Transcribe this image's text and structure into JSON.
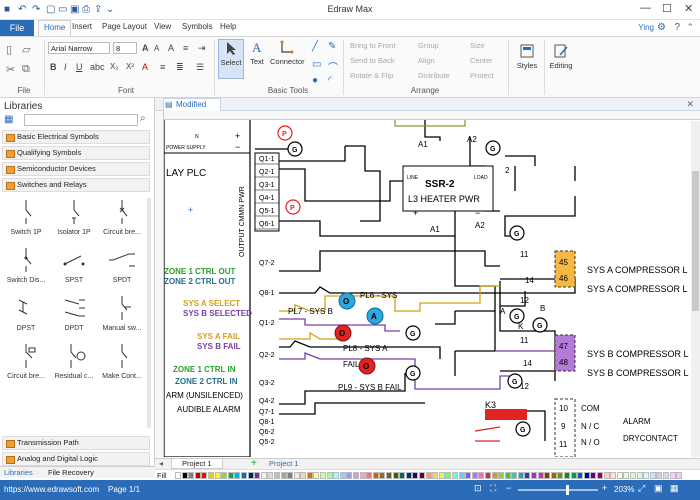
{
  "app": {
    "title": "Edraw Max",
    "user": "Ying"
  },
  "menu": {
    "file": "File",
    "tabs": [
      "Home",
      "Insert",
      "Page Layout",
      "View",
      "Symbols",
      "Help"
    ]
  },
  "ribbon": {
    "file_group": {
      "label": "File"
    },
    "font_group": {
      "label": "Font",
      "font_name": "Arial Narrow",
      "font_size": "8"
    },
    "basic_tools": {
      "label": "Basic Tools",
      "select": "Select",
      "text": "Text",
      "connector": "Connector"
    },
    "arrange": {
      "label": "Arrange",
      "items": [
        "Bring to Front",
        "Send to Back",
        "Rotate & Flip",
        "Group",
        "Align",
        "Distribute",
        "Size",
        "Center",
        "Protect"
      ]
    },
    "styles": "Styles",
    "editing": "Editing"
  },
  "libraries": {
    "title": "Libraries",
    "sections": [
      "Basic Electrical Symbols",
      "Qualifying Symbols",
      "Semiconductor Devices",
      "Switches and Relays"
    ],
    "shapes": [
      "Switch 1P",
      "Isolator 1P",
      "Circuit bre...",
      "Switch Dis...",
      "SPST",
      "SPDT",
      "DPST",
      "DPDT",
      "Manual sw...",
      "Circuit bre...",
      "Residual c...",
      "Make Cont..."
    ],
    "bottom_sections": [
      "Transmission Path",
      "Analog and Digital Logic"
    ],
    "tabs": [
      "Libraries",
      "File Recovery"
    ]
  },
  "document": {
    "tab": "Modified",
    "page_tabs": [
      "Project 1",
      "Project 1"
    ]
  },
  "diagram": {
    "plc_header": [
      "N",
      "POWER SUPPLY"
    ],
    "plc_title": "LAY PLC",
    "plc_vertical": "OUTPUT CMMN PWR",
    "outputs": [
      "Q1-1",
      "Q2-1",
      "Q3-1",
      "Q4-1",
      "Q5-1",
      "Q6-1",
      "Q7-2",
      "Q8-1",
      "Q1-2",
      "Q2-2",
      "Q3-2",
      "Q4-2",
      "Q7-1",
      "Q8-1",
      "Q6-2",
      "Q5-2"
    ],
    "labels_green": [
      "ZONE 1 CTRL OUT",
      "ZONE 1 CTRL IN"
    ],
    "labels_teal": [
      "ZONE 2 CTRL OUT",
      "ZONE 2 CTRL IN"
    ],
    "labels_yellow": [
      "SYS A SELECT",
      "SYS A FAIL"
    ],
    "labels_purple": [
      "SYS B SELECTED",
      "SYS B FAIL"
    ],
    "labels_black": [
      "ARM (UNSILENCED)",
      "AUDIBLE ALARM"
    ],
    "ssr": {
      "name": "SSR-2",
      "line": "LINE",
      "load": "LOAD",
      "desc": "L3 HEATER PWR"
    },
    "wire_labels": [
      "A1",
      "A2",
      "A1",
      "A2",
      "2",
      "11",
      "12",
      "14",
      "A",
      "B",
      "K",
      "11",
      "12",
      "14",
      "K3"
    ],
    "pilot_labels": [
      "PL6 - SYS",
      "PL7 - SYS B",
      "PL8 - SYS A",
      "FAIL",
      "PL9 - SYS B FAIL"
    ],
    "compressor_a": [
      "45",
      "46"
    ],
    "compressor_b": [
      "47",
      "48"
    ],
    "compressor_text": [
      "SYS A COMPRESSOR L",
      "SYS A COMPRESSOR L",
      "SYS B COMPRESSOR L",
      "SYS B COMPRESSOR L"
    ],
    "alarm_box": [
      "10",
      "9",
      "11"
    ],
    "alarm_terms": [
      "COM",
      "N / C",
      "N / O"
    ],
    "alarm_text": [
      "ALARM",
      "DRYCONTACT"
    ],
    "p_mark": "P",
    "g_mark": "G",
    "o_mark": "O",
    "a_mark": "A"
  },
  "palette_label": "Fill",
  "status": {
    "url": "https://www.edrawsoft.com",
    "page": "Page 1/1",
    "zoom": "203%"
  },
  "colors": {
    "accent": "#2b6cb8",
    "green": "#2aa02a",
    "teal": "#1f6f8b",
    "yellow": "#d4a017",
    "purple": "#7a3ea8",
    "orange_box": "#f5b942",
    "purple_box": "#b37ad8"
  }
}
